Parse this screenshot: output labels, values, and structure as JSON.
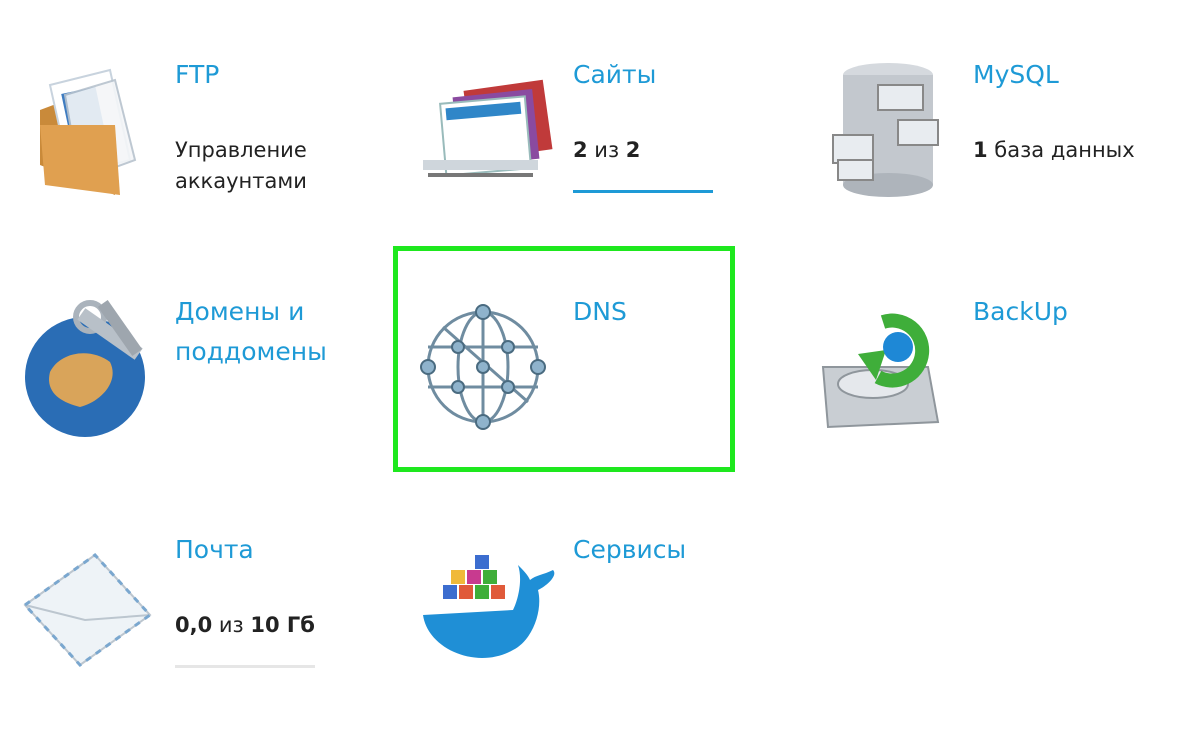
{
  "tiles": {
    "ftp": {
      "title": "FTP",
      "subtitle": "Управление аккаунтами"
    },
    "sites": {
      "title": "Сайты",
      "usage_used": "2",
      "usage_sep": " из ",
      "usage_total": "2",
      "usage_fraction": 1.0
    },
    "mysql": {
      "title": "MySQL",
      "count": "1",
      "count_label": " база данных"
    },
    "domains": {
      "title": "Домены и поддомены"
    },
    "dns": {
      "title": "DNS"
    },
    "backup": {
      "title": "BackUp"
    },
    "mail": {
      "title": "Почта",
      "usage_used": "0,0",
      "usage_sep": " из ",
      "usage_total": "10 Гб",
      "usage_fraction": 0.0
    },
    "services": {
      "title": "Сервисы"
    }
  },
  "icons": {
    "ftp": "folder-files-icon",
    "sites": "website-cards-icon",
    "mysql": "database-cabinet-icon",
    "domains": "globe-keys-icon",
    "dns": "network-globe-icon",
    "backup": "harddrive-sync-icon",
    "mail": "envelope-icon",
    "services": "docker-whale-icon"
  },
  "colors": {
    "accent": "#1e9ad6",
    "highlight": "#1ee81e",
    "text": "#222222",
    "track": "#e6e6e6"
  }
}
